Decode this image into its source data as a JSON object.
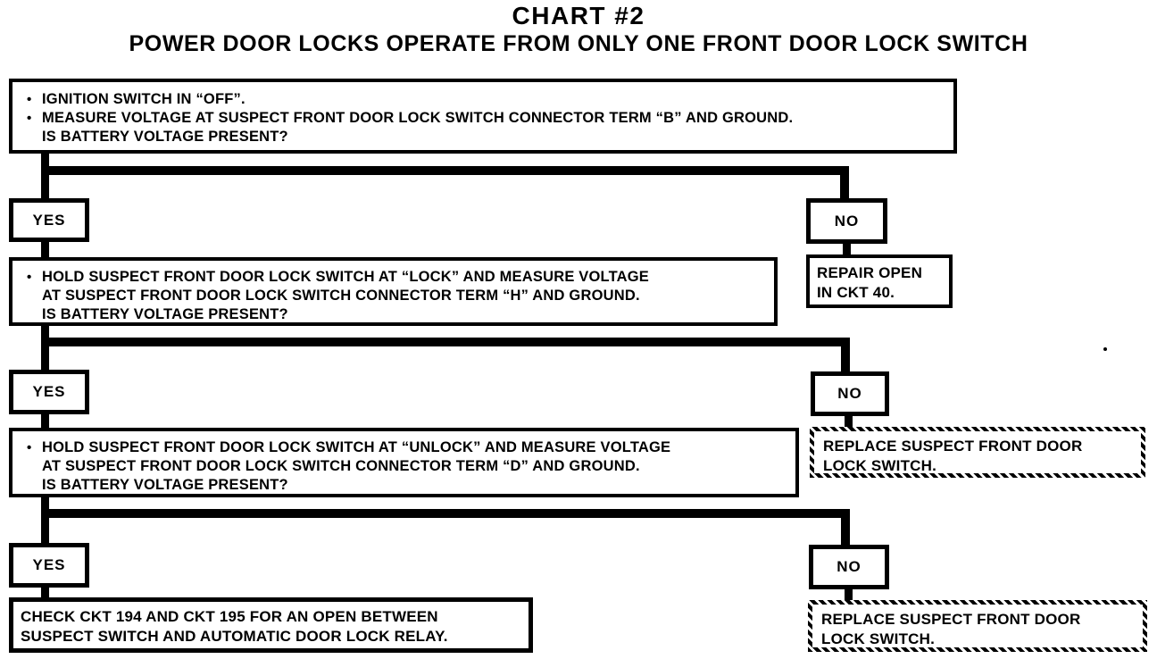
{
  "title": "CHART #2",
  "subtitle": "POWER DOOR LOCKS OPERATE FROM ONLY ONE FRONT DOOR LOCK SWITCH",
  "glyphs": {
    "bullet": "•"
  },
  "answers": {
    "yes": "YES",
    "no": "NO"
  },
  "steps": [
    {
      "lines": [
        "IGNITION SWITCH IN “OFF”.",
        "MEASURE VOLTAGE AT SUSPECT FRONT DOOR LOCK SWITCH CONNECTOR TERM “B” AND GROUND.",
        "IS BATTERY VOLTAGE PRESENT?"
      ]
    },
    {
      "lines": [
        "HOLD SUSPECT FRONT DOOR LOCK SWITCH AT “LOCK” AND MEASURE VOLTAGE",
        "AT SUSPECT FRONT DOOR LOCK SWITCH CONNECTOR TERM “H” AND GROUND.",
        "IS BATTERY VOLTAGE PRESENT?"
      ]
    },
    {
      "lines": [
        "HOLD SUSPECT FRONT DOOR LOCK SWITCH AT “UNLOCK” AND MEASURE VOLTAGE",
        "AT SUSPECT FRONT DOOR LOCK SWITCH CONNECTOR TERM “D” AND GROUND.",
        "IS BATTERY VOLTAGE PRESENT?"
      ]
    }
  ],
  "terminals": {
    "repair_open": {
      "lines": [
        "REPAIR OPEN",
        "IN CKT 40."
      ]
    },
    "replace_switch_1": {
      "lines": [
        "REPLACE SUSPECT FRONT DOOR",
        "LOCK SWITCH."
      ]
    },
    "replace_switch_2": {
      "lines": [
        "REPLACE SUSPECT FRONT DOOR",
        "LOCK SWITCH."
      ]
    },
    "check_ckt": {
      "lines": [
        "CHECK CKT 194 AND CKT 195 FOR AN OPEN BETWEEN",
        "SUSPECT SWITCH AND AUTOMATIC DOOR LOCK RELAY."
      ]
    }
  },
  "colors": {
    "ink": "#000000",
    "paper": "#ffffff"
  }
}
